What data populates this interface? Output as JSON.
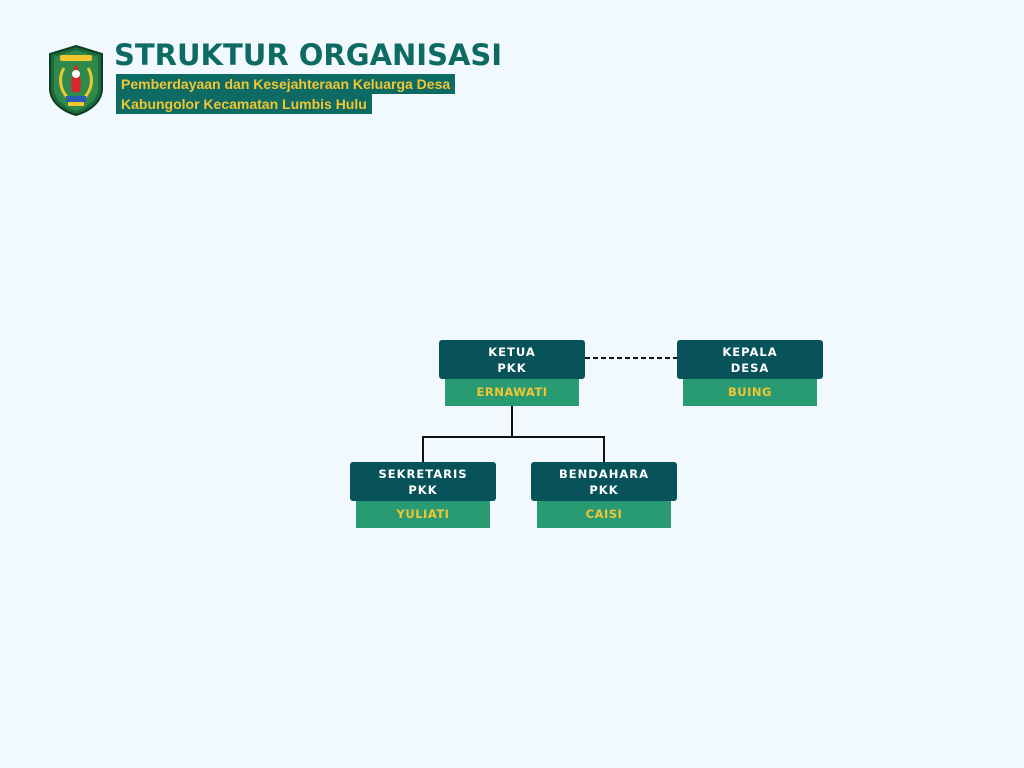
{
  "header": {
    "title": "STRUKTUR ORGANISASI",
    "subtitle_line1": "Pemberdayaan dan Kesejahteraan Keluarga Desa",
    "subtitle_line2": "Kabungolor Kecamatan Lumbis Hulu",
    "emblem_icon": "regional-emblem-shield-icon"
  },
  "colors": {
    "background": "#f1f9fe",
    "title": "#0e6b64",
    "subtitle_bg": "#0e6b64",
    "subtitle_text": "#f2c531",
    "role_bg": "#08525a",
    "role_text": "#ffffff",
    "name_bg": "#299b72",
    "name_text": "#f2c531"
  },
  "org": {
    "ketua": {
      "role_line1": "KETUA",
      "role_line2": "PKK",
      "name": "ERNAWATI"
    },
    "kepala_desa": {
      "role_line1": "KEPALA",
      "role_line2": "DESA",
      "name": "BUING"
    },
    "sekretaris": {
      "role_line1": "SEKRETARIS",
      "role_line2": "PKK",
      "name": "YULIATI"
    },
    "bendahara": {
      "role_line1": "BENDAHARA",
      "role_line2": "PKK",
      "name": "CAISI"
    }
  }
}
